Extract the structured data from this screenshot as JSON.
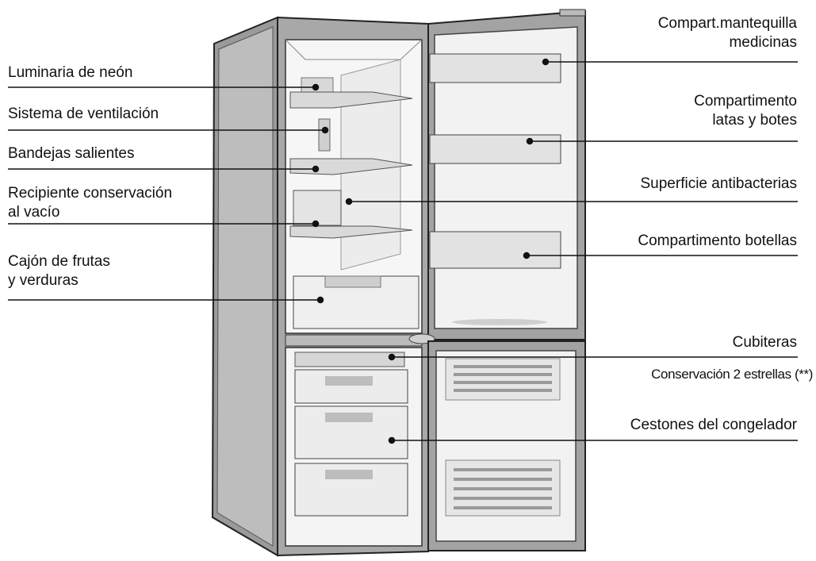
{
  "labels_left": [
    {
      "id": "luminaria",
      "lines": [
        "Luminaria de neón"
      ]
    },
    {
      "id": "ventilacion",
      "lines": [
        "Sistema de ventilación"
      ]
    },
    {
      "id": "bandejas",
      "lines": [
        "Bandejas salientes"
      ]
    },
    {
      "id": "recipiente",
      "lines": [
        "Recipiente conservación",
        "al vacío"
      ]
    },
    {
      "id": "cajon",
      "lines": [
        "Cajón de frutas",
        "y verduras"
      ]
    }
  ],
  "labels_right": [
    {
      "id": "mantequilla",
      "lines": [
        "Compart.mantequilla",
        "medicinas"
      ]
    },
    {
      "id": "latas",
      "lines": [
        "Compartimento",
        "latas y botes"
      ]
    },
    {
      "id": "antibacterias",
      "lines": [
        "Superficie antibacterias"
      ]
    },
    {
      "id": "botellas",
      "lines": [
        "Compartimento botellas"
      ]
    },
    {
      "id": "cubiteras",
      "lines": [
        "Cubiteras"
      ]
    },
    {
      "id": "estrellas",
      "lines": [
        "Conservación 2 estrellas (**)"
      ]
    },
    {
      "id": "cestones",
      "lines": [
        "Cestones del congelador"
      ]
    }
  ]
}
